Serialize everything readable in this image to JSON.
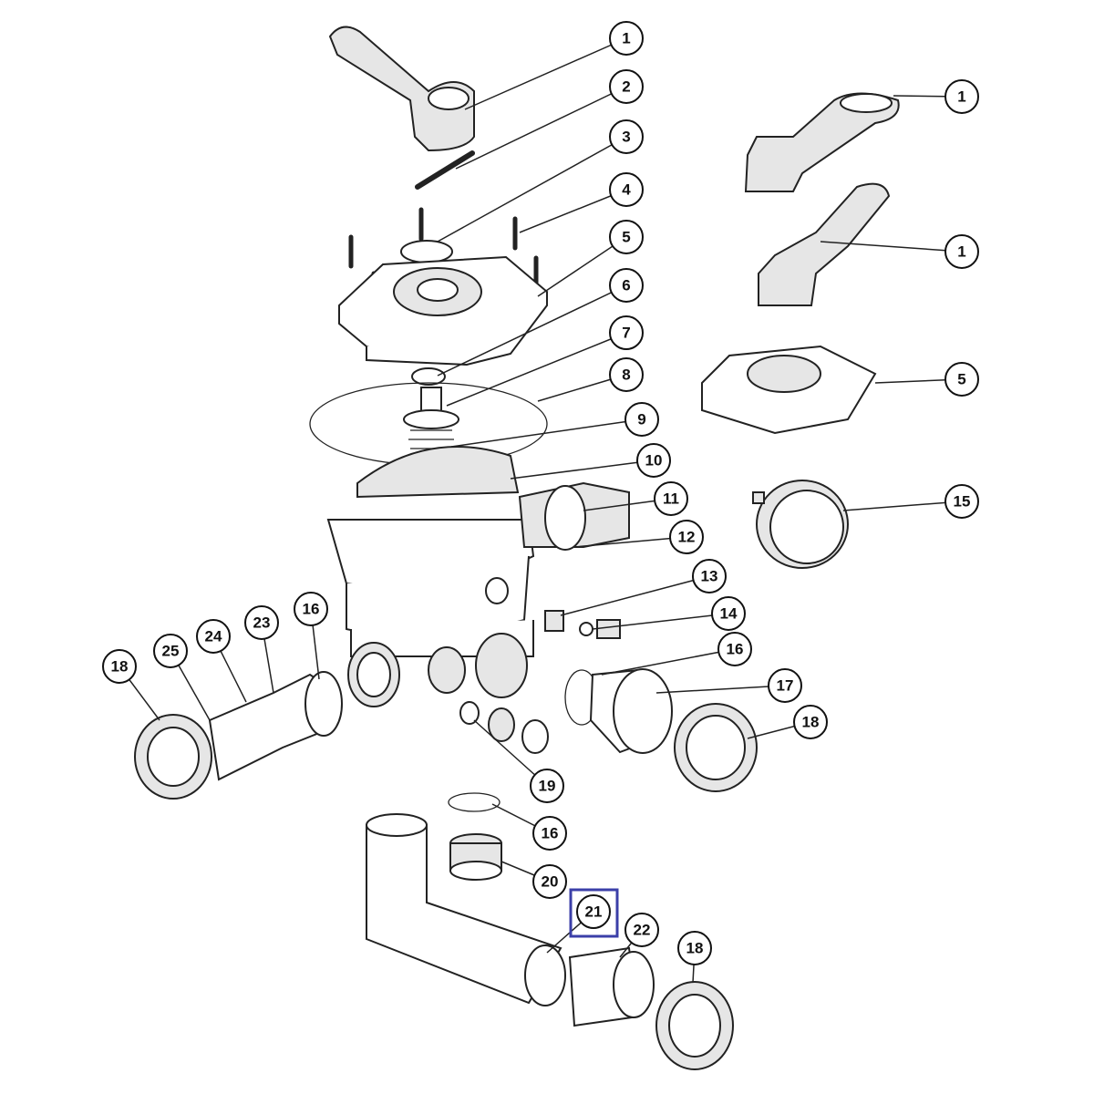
{
  "diagram": {
    "type": "exploded-parts-view",
    "highlighted_label": "21",
    "highlight_color": "#3b3fa8",
    "callouts": [
      "1",
      "2",
      "3",
      "4",
      "5",
      "6",
      "7",
      "8",
      "9",
      "10",
      "11",
      "12",
      "13",
      "14",
      "16",
      "17",
      "18",
      "19",
      "16",
      "20",
      "21",
      "22",
      "18",
      "18",
      "25",
      "24",
      "23",
      "16",
      "1",
      "1",
      "5",
      "15"
    ]
  }
}
